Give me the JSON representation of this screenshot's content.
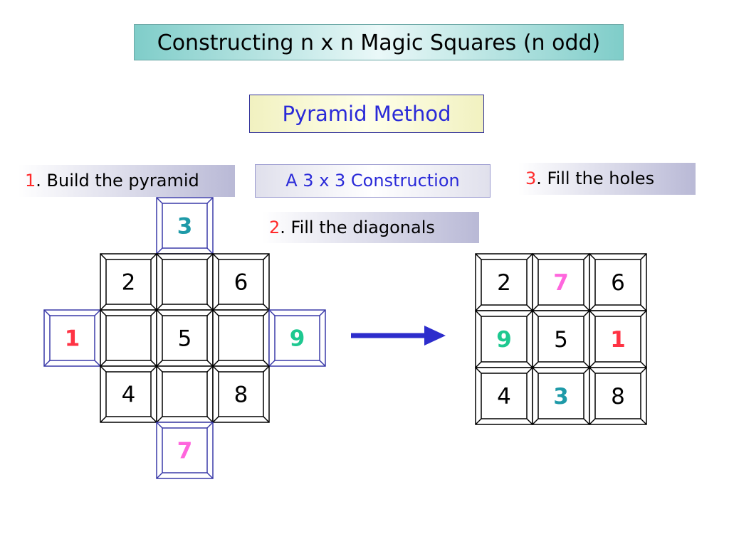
{
  "title": "Constructing n x n Magic Squares (n odd)",
  "subtitle": "Pyramid Method",
  "steps": [
    {
      "num": "1",
      "text": ". Build the pyramid"
    },
    {
      "num": "2",
      "text": ". Fill the diagonals"
    },
    {
      "num": "3",
      "text": ". Fill the holes"
    }
  ],
  "construction_label": "A 3 x 3 Construction",
  "colors": {
    "step_number": "#ff2a2a",
    "black_digit": "#000000",
    "red_digit": "#ff3344",
    "teal_digit": "#1e9aa8",
    "green_digit": "#1ec890",
    "magenta_digit": "#ff66dd",
    "arrow": "#2d2dcc",
    "pyramid_cell_outline": "#3a3aa8"
  },
  "pyramid": [
    {
      "id": "top",
      "value": "3",
      "color": "teal",
      "extension": true
    },
    {
      "id": "r1c1",
      "value": "2",
      "color": "black",
      "extension": false
    },
    {
      "id": "r1c2",
      "value": "",
      "color": "black",
      "extension": false
    },
    {
      "id": "r1c3",
      "value": "6",
      "color": "black",
      "extension": false
    },
    {
      "id": "left",
      "value": "1",
      "color": "red",
      "extension": true
    },
    {
      "id": "r2c1",
      "value": "",
      "color": "black",
      "extension": false
    },
    {
      "id": "r2c2",
      "value": "5",
      "color": "black",
      "extension": false
    },
    {
      "id": "r2c3",
      "value": "",
      "color": "black",
      "extension": false
    },
    {
      "id": "right",
      "value": "9",
      "color": "green",
      "extension": true
    },
    {
      "id": "r3c1",
      "value": "4",
      "color": "black",
      "extension": false
    },
    {
      "id": "r3c2",
      "value": "",
      "color": "black",
      "extension": false
    },
    {
      "id": "r3c3",
      "value": "8",
      "color": "black",
      "extension": false
    },
    {
      "id": "bottom",
      "value": "7",
      "color": "magenta",
      "extension": true
    }
  ],
  "result": [
    {
      "id": "r1c1",
      "value": "2",
      "color": "black"
    },
    {
      "id": "r1c2",
      "value": "7",
      "color": "magenta"
    },
    {
      "id": "r1c3",
      "value": "6",
      "color": "black"
    },
    {
      "id": "r2c1",
      "value": "9",
      "color": "green"
    },
    {
      "id": "r2c2",
      "value": "5",
      "color": "black"
    },
    {
      "id": "r2c3",
      "value": "1",
      "color": "red"
    },
    {
      "id": "r3c1",
      "value": "4",
      "color": "black"
    },
    {
      "id": "r3c2",
      "value": "3",
      "color": "teal"
    },
    {
      "id": "r3c3",
      "value": "8",
      "color": "black"
    }
  ]
}
